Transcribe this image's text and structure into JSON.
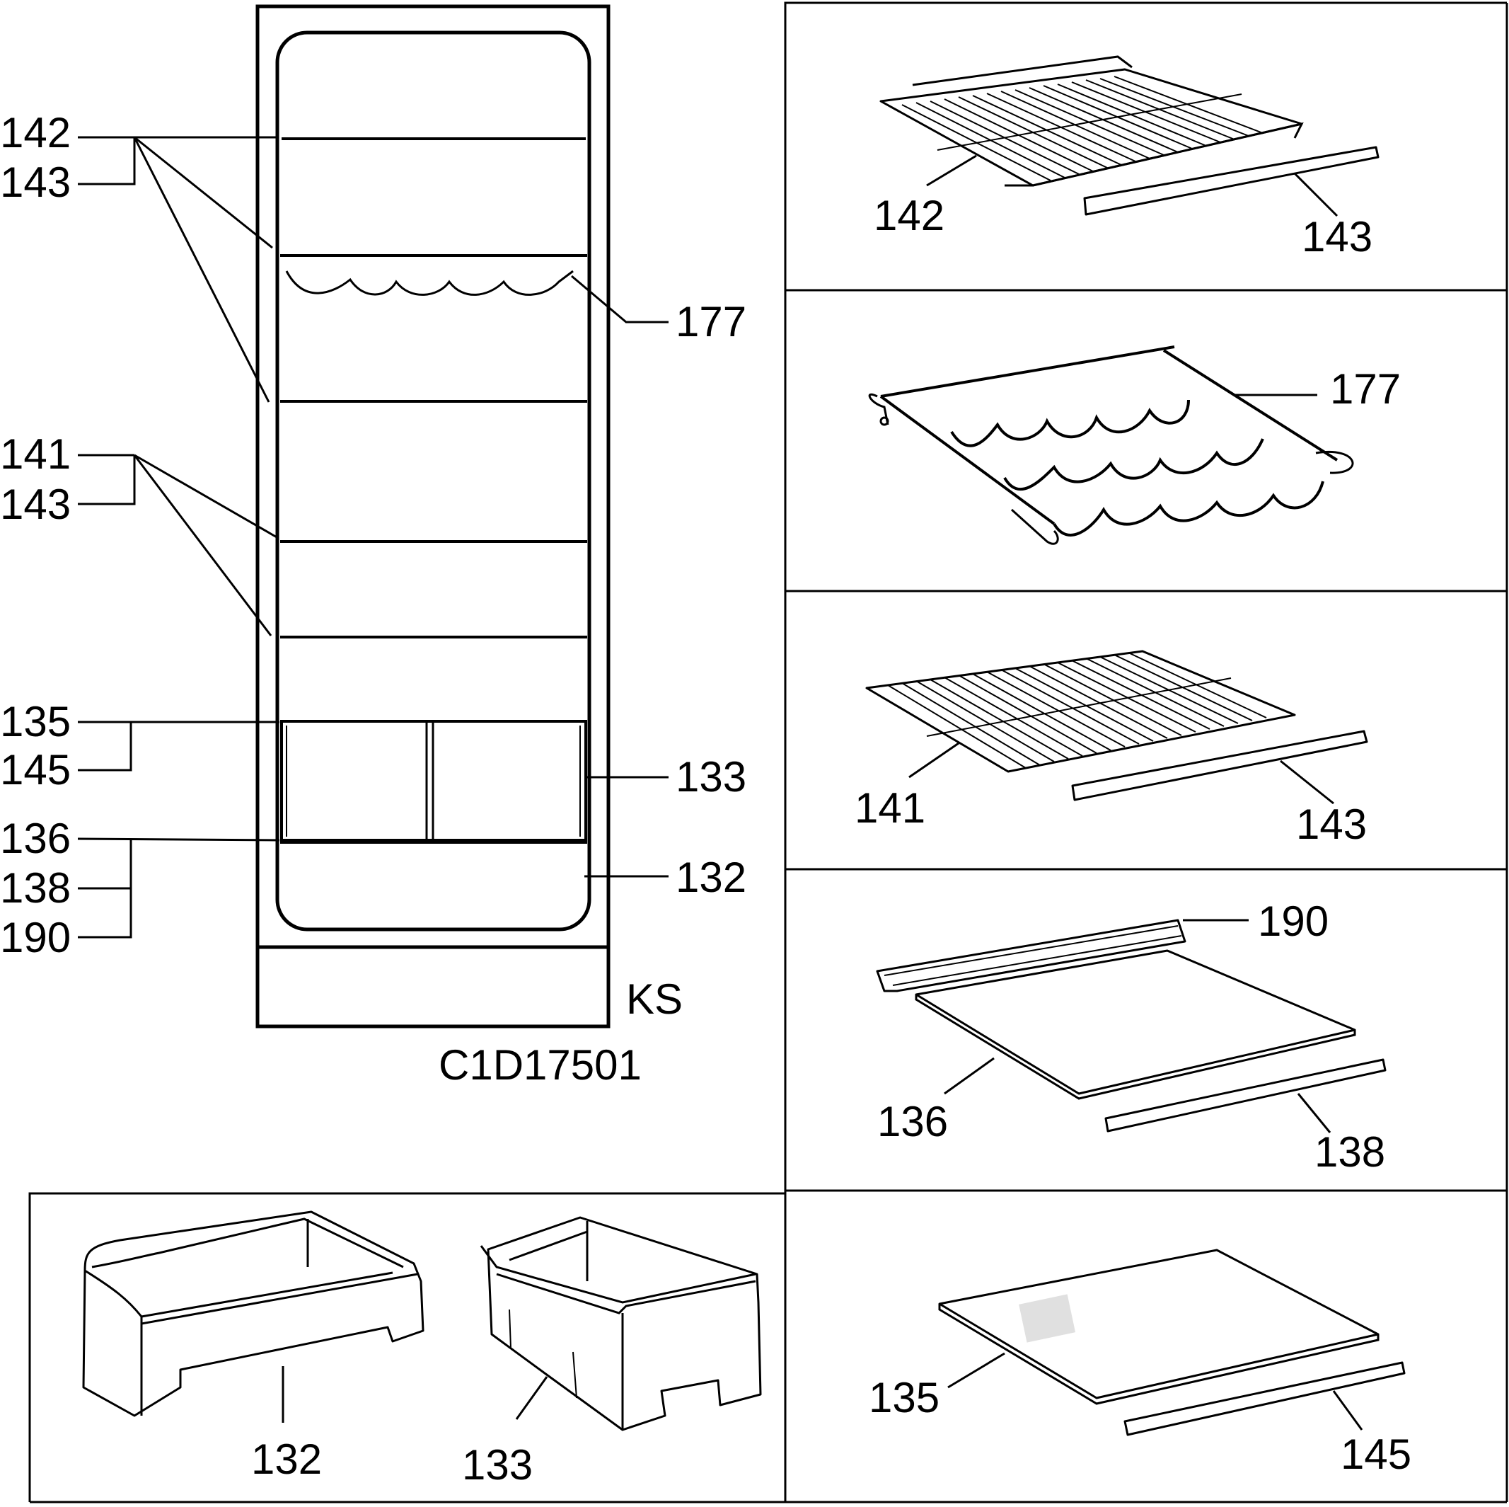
{
  "diagram_code": "C1D17501",
  "model_tag": "KS",
  "cabinet_labels": {
    "l142": "142",
    "l143a": "143",
    "l177": "177",
    "l141": "141",
    "l143b": "143",
    "l135": "135",
    "l145": "145",
    "l133": "133",
    "l136": "136",
    "l138": "138",
    "l190": "190",
    "l132": "132"
  },
  "panels": {
    "p1": {
      "a": "142",
      "b": "143"
    },
    "p2": {
      "a": "177"
    },
    "p3": {
      "a": "141",
      "b": "143"
    },
    "p4": {
      "a": "190",
      "b": "136",
      "c": "138"
    },
    "p5": {
      "a": "135",
      "b": "145"
    },
    "p6": {
      "a": "132",
      "b": "133"
    }
  }
}
